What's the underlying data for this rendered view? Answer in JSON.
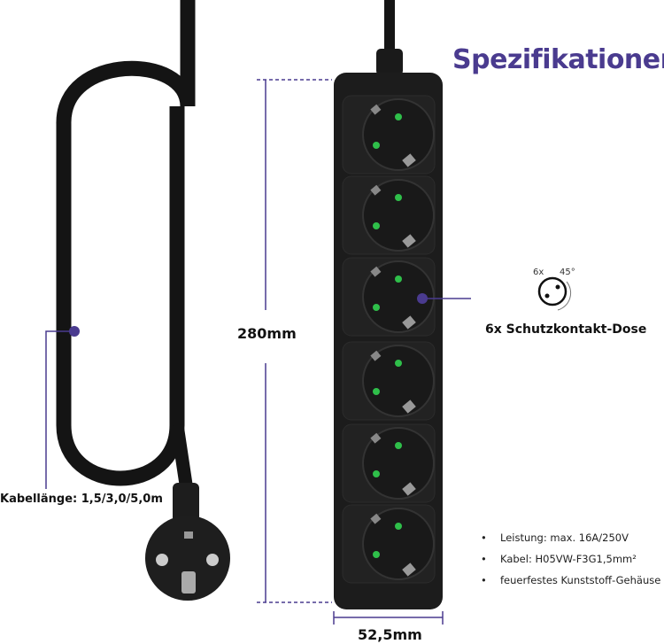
{
  "title": "Spezifikationen",
  "dimensions": {
    "length": "280mm",
    "width": "52,5mm"
  },
  "cable_label": "Kabellänge: 1,5/3,0/5,0m",
  "socket": {
    "count_label": "6x",
    "angle_label": "45°",
    "label": "6x Schutzkontakt-Dose"
  },
  "specs": [
    "Leistung: max. 16A/250V",
    "Kabel: H05VW-F3G1,5mm²",
    "feuerfestes Kunststoff-Gehäuse"
  ],
  "colors": {
    "accent": "#4a3b8f",
    "body": "#1c1c1c",
    "indicator": "#2fbf4a"
  }
}
